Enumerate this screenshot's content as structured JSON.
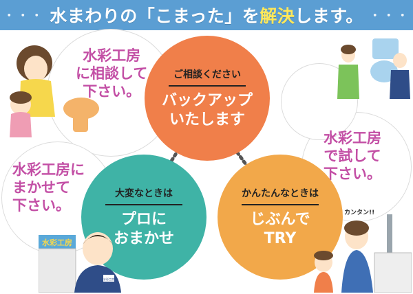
{
  "header": {
    "dots_left": "・・・・",
    "title_part1": "水まわりの「こまった」を",
    "title_highlight": "解決",
    "title_part2": "します。",
    "dots_right": "・・・・"
  },
  "bubbles": {
    "top_left": [
      "水彩工房",
      "に相談して",
      "下さい。"
    ],
    "left": [
      "水彩工房に",
      "まかせて",
      "下さい。"
    ],
    "right": [
      "水彩工房",
      "で試して",
      "下さい。"
    ]
  },
  "center": {
    "small": "ご相談ください",
    "line1": "バックアップ",
    "line2": "いたします"
  },
  "bottom_left": {
    "small": "大変なときは",
    "line1": "プロに",
    "line2": "おまかせ"
  },
  "bottom_right": {
    "small": "かんたんなときは",
    "line1": "じぶんで",
    "line2": "TRY"
  },
  "illustration_text": {
    "sign": "水彩工房",
    "badge": "水彩工房",
    "speech": "カンタン!!"
  },
  "colors": {
    "header": "#5b9ed3",
    "orange": "#f07f4a",
    "teal": "#3fb3a6",
    "light_orange": "#f2a84a",
    "pink_text": "#c34fa5",
    "dots": "#555555"
  }
}
